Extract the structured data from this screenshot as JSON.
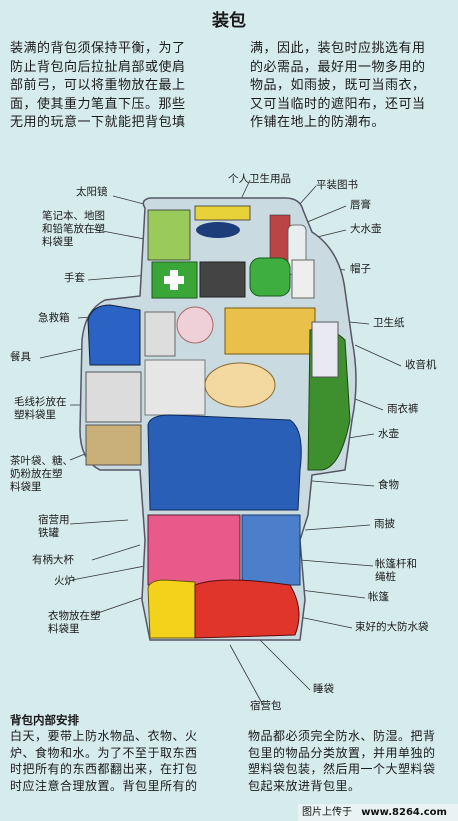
{
  "title": "装包",
  "intro": {
    "left_lines": [
      "装满的背包须保持平衡，为了",
      "防止背包向后拉扯肩部或使肩",
      "部前弓，可以将重物放在最上",
      "面，使其重力笔直下压。那些",
      "无用的玩意一下就能把背包填"
    ],
    "right_lines": [
      "满，因此，装包时应挑选有用",
      "的必需品，最好用一物多用的",
      "物品，如雨披，既可当雨衣，",
      "又可当临时的遮阳布，还可当",
      "作铺在地上的防潮布。"
    ]
  },
  "labels": {
    "sunglasses": "太阳镜",
    "notebook": [
      "笔记本、地图",
      "和铅笔放在塑",
      "料袋里"
    ],
    "gloves": "手套",
    "first_aid": "急救箱",
    "tableware": "餐具",
    "sweater": [
      "毛线衫放在",
      "塑料袋里"
    ],
    "tea_bags": [
      "茶叶袋、糖、",
      "奶粉放在塑",
      "料袋里"
    ],
    "camp_tin": [
      "宿营用",
      "铁罐"
    ],
    "mug": "有柄大杯",
    "stove": "火炉",
    "clothes_bag": [
      "衣物放在塑",
      "料袋里"
    ],
    "toiletries": "个人卫生用品",
    "paperback": "平装图书",
    "lipstick": "唇膏",
    "water_bottle": "大水壶",
    "hat": "帽子",
    "toilet_paper": "卫生纸",
    "radio": "收音机",
    "rain_pants": "雨衣裤",
    "canteen": "水壶",
    "food": "食物",
    "poncho": "雨披",
    "tent_poles": [
      "帐篷杆和",
      "绳桩"
    ],
    "tent": "帐篷",
    "waterproof_bag": "束好的大防水袋",
    "sleeping_bag": "睡袋",
    "bivy_bag": "宿营包"
  },
  "bottom": {
    "heading": "背包内部安排",
    "left_lines": [
      "白天，要带上防水物品、衣物、火",
      "炉、食物和水。为了不至于取东西",
      "时把所有的东西都翻出来，在打包",
      "时应注意合理放置。背包里所有的"
    ],
    "right_lines": [
      "物品都必须完全防水、防湿。把背",
      "包里的物品分类放置，并用单独的",
      "塑料袋包装，然后用一个大塑料袋",
      "包起来放进背包里。"
    ]
  },
  "watermark": {
    "text": "图片上传于",
    "url": "www.8264.com"
  },
  "colors": {
    "background": "#d6ebeb",
    "first_aid_green": "#3aa637",
    "sleeping_bag_blue": "#2a5fb8",
    "waterproof_red": "#e0352a",
    "poncho_green": "#3e8f2e"
  }
}
